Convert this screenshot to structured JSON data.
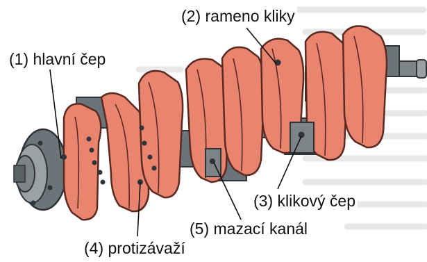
{
  "labels": {
    "main_journal": "(1) hlavní čep",
    "crank_arm": "(2) rameno kliky",
    "crank_pin": "(3) klikový čep",
    "counterweight": "(4) protizávaží",
    "oil_channel": "(5) mazací kanál"
  },
  "colors": {
    "web": "#e9856e",
    "web_edge": "#5a2a22",
    "journal": "#6b7478",
    "journal_light": "#9aa2a6",
    "journal_dark": "#3e4548",
    "leader": "#111111"
  }
}
